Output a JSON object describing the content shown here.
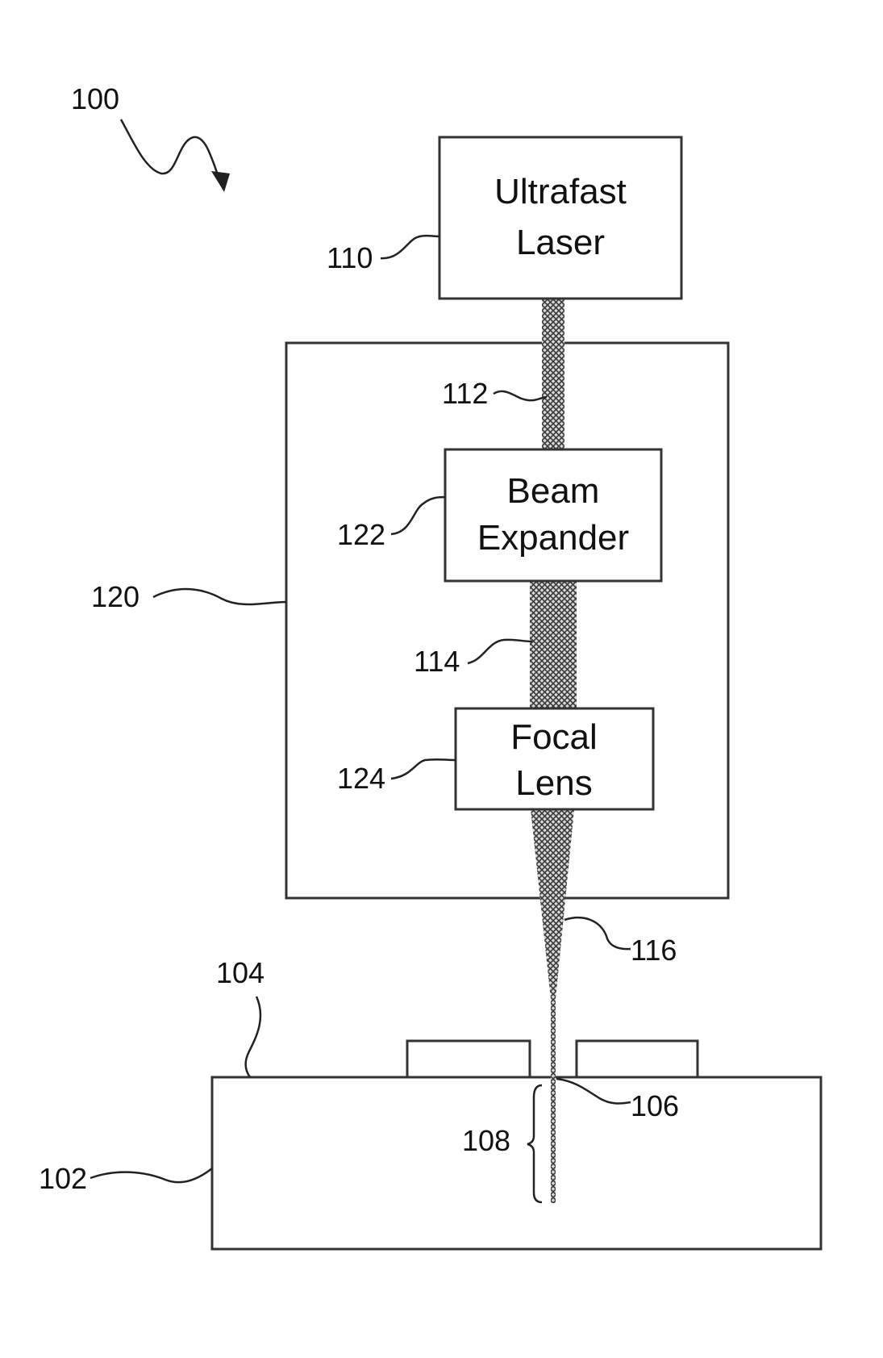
{
  "figure_ref": "100",
  "components": {
    "laser": {
      "ref": "110",
      "line1": "Ultrafast",
      "line2": "Laser"
    },
    "optics_assembly": {
      "ref": "120"
    },
    "beam_expander": {
      "ref": "122",
      "line1": "Beam",
      "line2": "Expander"
    },
    "focal_lens": {
      "ref": "124",
      "line1": "Focal",
      "line2": "Lens"
    },
    "substrate": {
      "ref": "102"
    },
    "surface": {
      "ref": "104"
    },
    "entry_point": {
      "ref": "106"
    },
    "depth_region": {
      "ref": "108"
    }
  },
  "beams": {
    "raw_beam": {
      "ref": "112"
    },
    "expanded_beam": {
      "ref": "114"
    },
    "focused_beam": {
      "ref": "116"
    }
  }
}
